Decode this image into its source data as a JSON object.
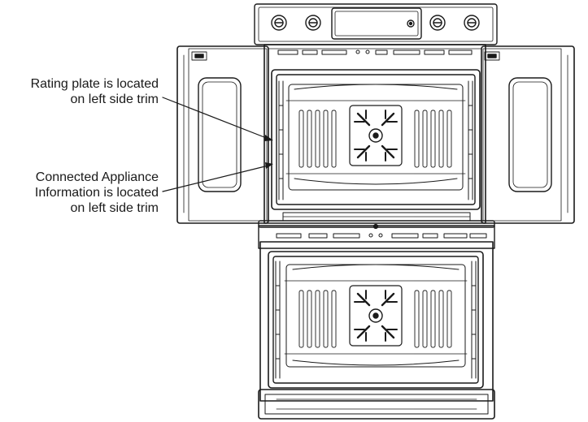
{
  "callouts": {
    "rating_plate": {
      "line1": "Rating plate is located",
      "line2": "on left side trim"
    },
    "connected_appliance": {
      "line1": "Connected Appliance",
      "line2": "Information is located",
      "line3": "on left side trim"
    }
  },
  "colors": {
    "stroke": "#1a1a1a",
    "background": "#ffffff"
  }
}
